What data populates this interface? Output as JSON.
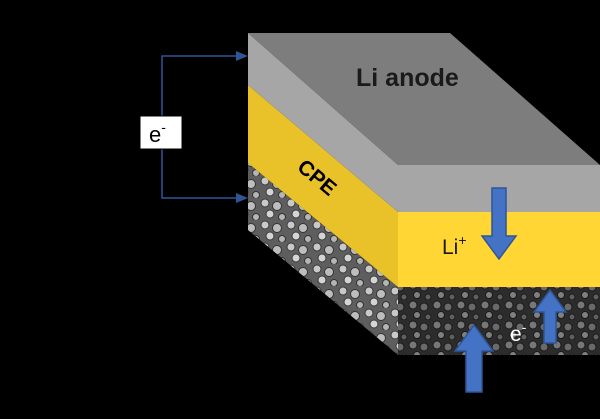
{
  "diagram": {
    "anode_label": "Li anode",
    "cpe_label": "CPE",
    "li_ion_label": "Li",
    "li_ion_charge": "+",
    "electron_label_circuit": "e",
    "electron_label_circuit_charge": "-",
    "electron_label_cathode": "e",
    "electron_label_cathode_charge": "-"
  },
  "colors": {
    "background": "#000000",
    "anode_top": "#7d7d7d",
    "anode_front": "#a6a6a6",
    "cpe_yellow": "#ffd633",
    "cpe_yellow_side": "#e9c22a",
    "circuit_line": "#2f5597",
    "arrow_fill": "#4472c4",
    "arrow_stroke": "#2f5597"
  },
  "icons": {
    "li_ion_arrow": "arrow-down-icon",
    "electron_arrow_left": "arrow-up-icon",
    "electron_arrow_right": "arrow-up-icon",
    "circuit_arrow": "arrow-right-icon"
  }
}
